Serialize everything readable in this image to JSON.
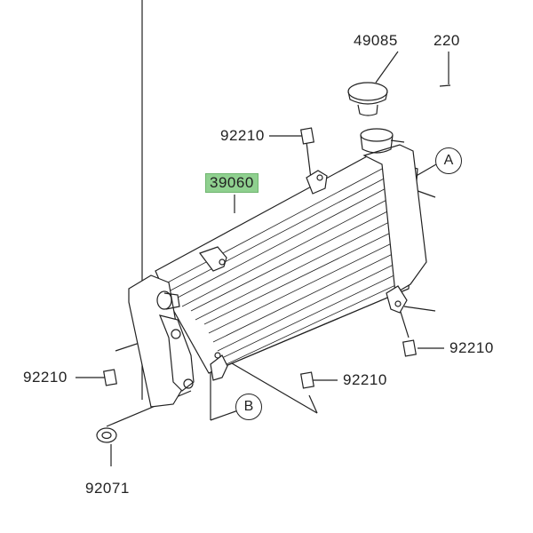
{
  "parts": {
    "cap": "49085",
    "screw": "220",
    "nut_top": "92210",
    "radiator": "39060",
    "nut_right": "92210",
    "nut_middle": "92210",
    "nut_left": "92210",
    "grommet": "92071"
  },
  "callouts": {
    "a": "A",
    "b": "B"
  },
  "colors": {
    "highlight": "#8fd08f",
    "line": "#222222"
  }
}
